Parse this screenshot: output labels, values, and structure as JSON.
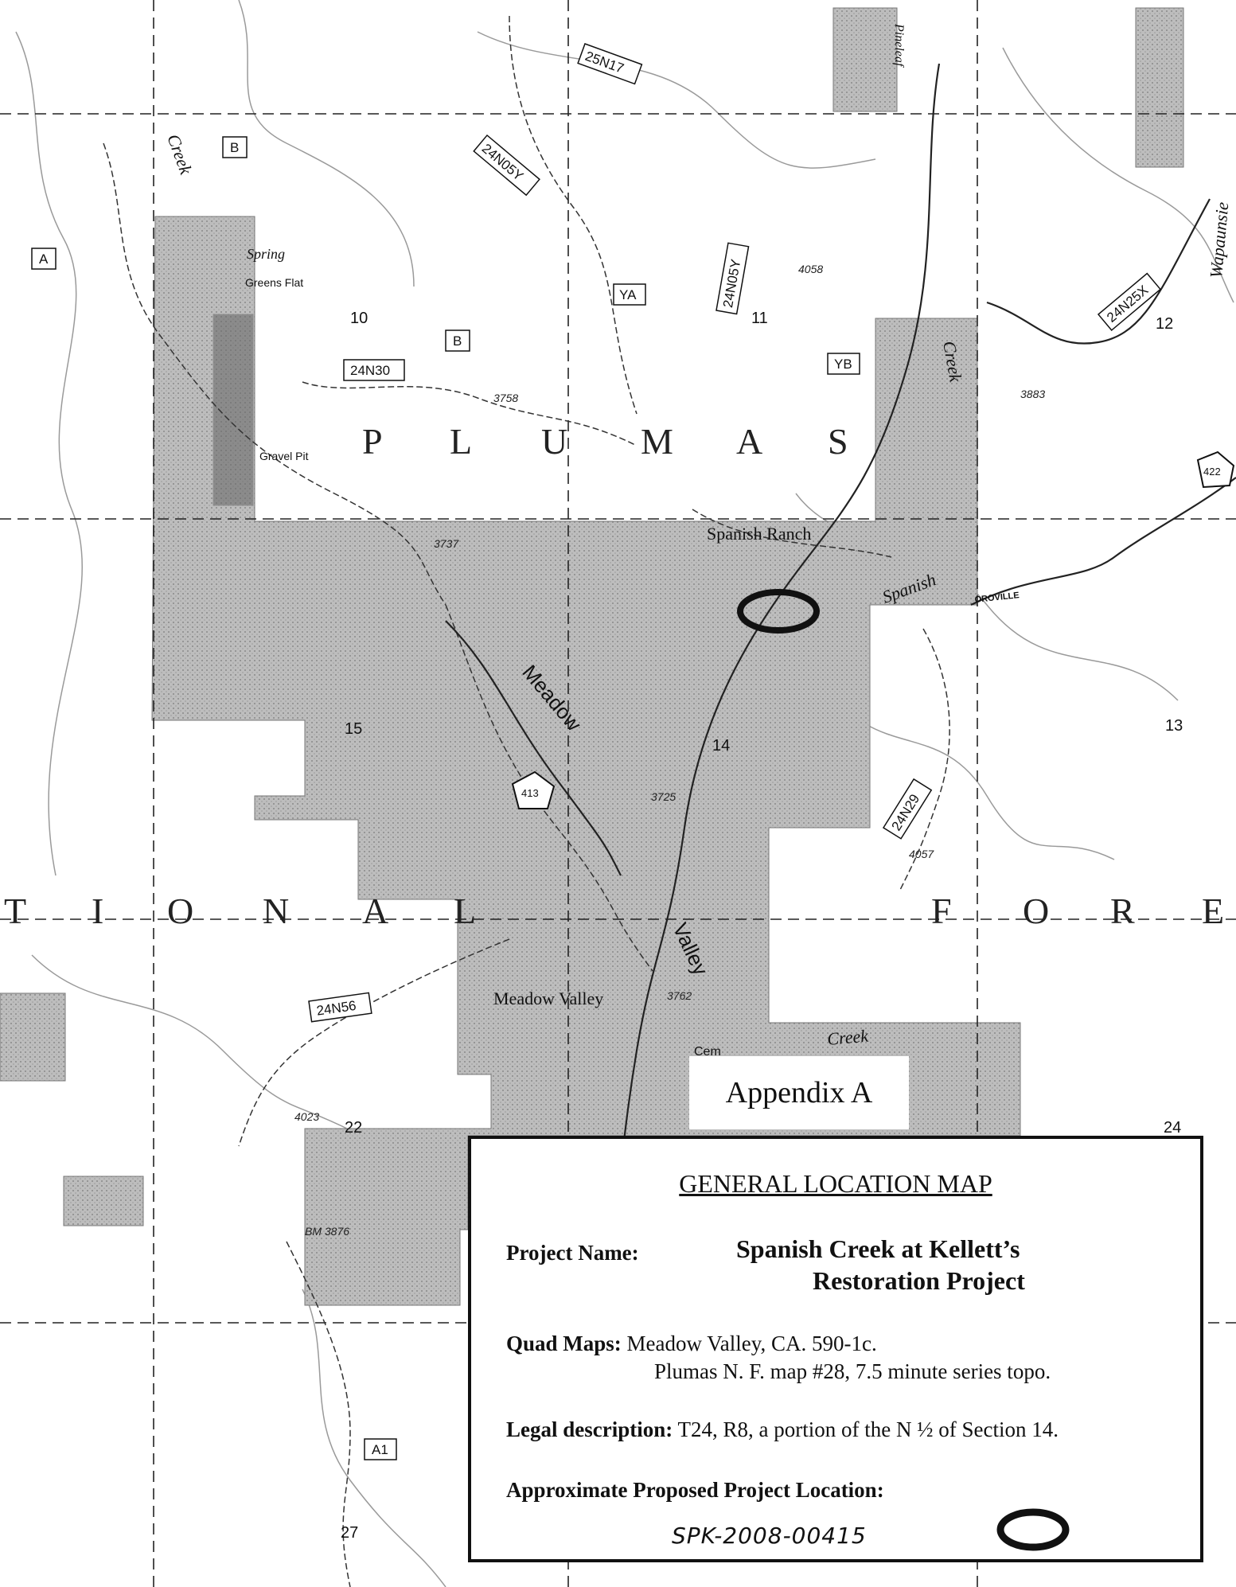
{
  "map_labels": {
    "routes": [
      "25N17",
      "24N05Y",
      "24N30",
      "24N05Y",
      "24N25X",
      "24N29",
      "24N56",
      "B",
      "B",
      "A",
      "YA",
      "YB",
      "A1",
      "422",
      "413"
    ],
    "sections": [
      "10",
      "11",
      "12",
      "13",
      "14",
      "15",
      "22",
      "24",
      "27"
    ],
    "places": [
      "Spanish Ranch",
      "Meadow Valley",
      "Greens Flat",
      "Gravel Pit",
      "Spring",
      "Cem",
      "OROVILLE"
    ],
    "water": [
      "Creek",
      "Creek",
      "Spanish",
      "Meadow",
      "Valley",
      "Creek",
      "Wapaunsie",
      "Pineleaf"
    ],
    "elevations": [
      "4058",
      "3883",
      "3758",
      "3737",
      "3725",
      "4057",
      "3762",
      "4023",
      "BM 3876"
    ],
    "big_letters_top": [
      "P",
      "L",
      "U",
      "M",
      "A",
      "S"
    ],
    "big_letters_bottom": [
      "T",
      "I",
      "O",
      "N",
      "A",
      "L",
      "F",
      "O",
      "R",
      "E"
    ]
  },
  "appendix": "Appendix A",
  "legend": {
    "title": "GENERAL LOCATION MAP",
    "project_label": "Project Name:",
    "project_line1": "Spanish Creek at Kellett’s",
    "project_line2": "Restoration Project",
    "quad_label": "Quad Maps:",
    "quad_line1": "Meadow Valley, CA.  590-1c.",
    "quad_line2": "Plumas N. F. map #28, 7.5 minute series topo.",
    "legal_label": "Legal description:",
    "legal_value": "T24, R8, a portion of the N ½ of Section 14.",
    "location_label": "Approximate Proposed Project Location:",
    "file_number": "SPK-2008-00415"
  },
  "colors": {
    "private_land": "#b9b9b9",
    "ink": "#111111"
  }
}
